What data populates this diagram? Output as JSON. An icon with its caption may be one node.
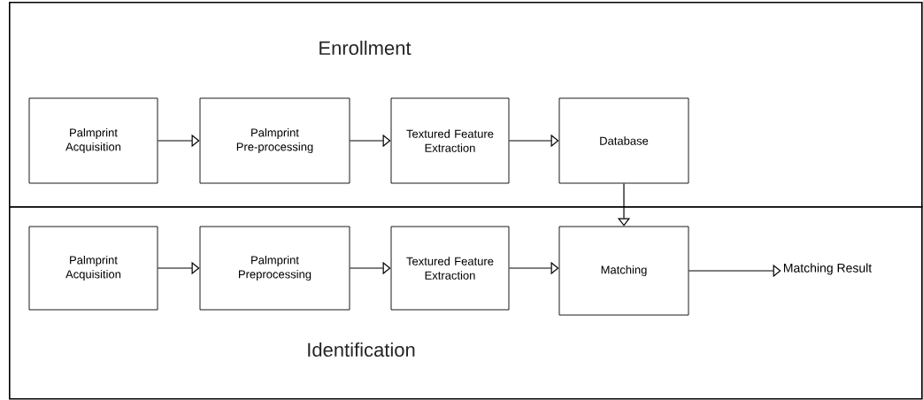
{
  "diagram": {
    "nodes": [
      {
        "text": [
          "Enrollment"
        ]
      },
      {
        "text": [
          "Identification"
        ]
      },
      {
        "text": [
          "Palmprint Acquisition"
        ],
        "in": 0
      },
      {
        "text": [
          "Palmprint Pre-processing"
        ],
        "in": 0
      },
      {
        "text": [
          "Textured Feature Extraction"
        ],
        "in": 0
      },
      {
        "text": [
          "Database"
        ],
        "in": 0
      },
      {
        "text": [
          "Palmprint Acquisition"
        ],
        "in": 1
      },
      {
        "text": [
          "Palmprint Preprocessing"
        ],
        "in": 1
      },
      {
        "text": [
          "Textured Feature Extraction"
        ],
        "in": 1
      },
      {
        "text": [
          "Matching"
        ],
        "in": 1
      },
      {
        "text": [
          "Matching Result"
        ],
        "in": 1
      }
    ],
    "edges": [
      {
        "from": 2,
        "to": 3,
        "arrow": "to"
      },
      {
        "from": 3,
        "to": 4,
        "arrow": "to"
      },
      {
        "from": 4,
        "to": 5,
        "arrow": "to"
      },
      {
        "from": 6,
        "to": 7,
        "arrow": "to"
      },
      {
        "from": 7,
        "to": 8,
        "arrow": "to"
      },
      {
        "from": 8,
        "to": 9,
        "arrow": "to"
      },
      {
        "from": 5,
        "to": 9,
        "arrow": "to"
      },
      {
        "from": 9,
        "to": 10,
        "arrow": "to"
      }
    ]
  }
}
